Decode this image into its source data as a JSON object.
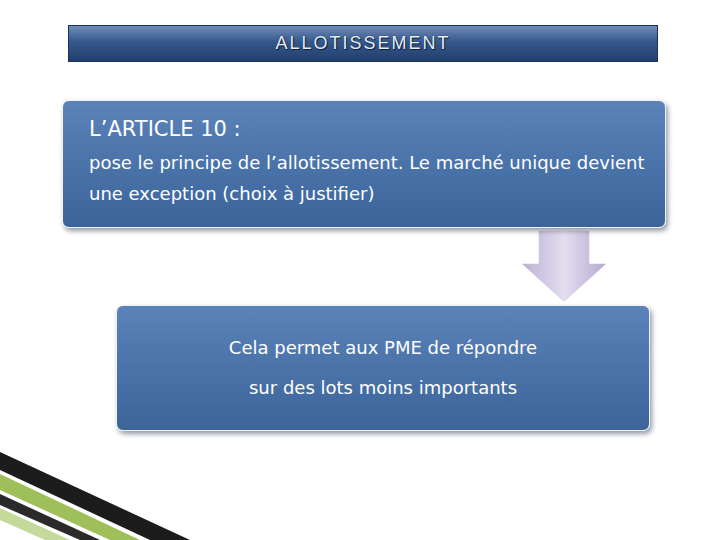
{
  "diagram": {
    "title": "ALLOTISSEMENT",
    "nodes": [
      {
        "text": [
          "L’ARTICLE 10 :",
          "pose le principe de l’allotissement. Le marché unique devient une exception (choix à justifier)"
        ]
      },
      {
        "text": [
          "Cela permet aux PME de répondre sur des lots moins importants"
        ]
      }
    ],
    "edges": [
      {
        "from": 0,
        "to": 1,
        "arrow": "to"
      }
    ]
  }
}
